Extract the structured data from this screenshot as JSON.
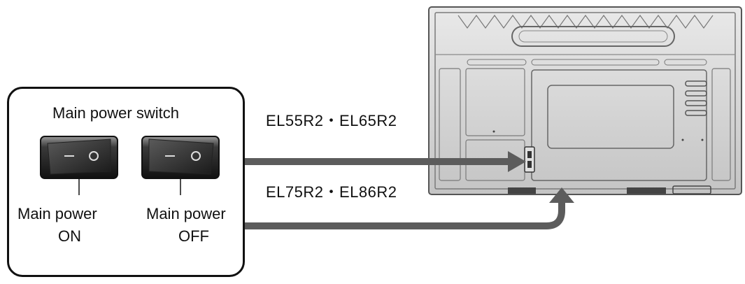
{
  "panel": {
    "title": "Main power switch",
    "switch_on": {
      "label_line1": "Main power",
      "label_line2": "ON",
      "symbol_left": "—",
      "symbol_right": "○"
    },
    "switch_off": {
      "label_line1": "Main power",
      "label_line2": "OFF",
      "symbol_left": "—",
      "symbol_right": "○"
    }
  },
  "models": {
    "upper": "EL55R2・EL65R2",
    "lower": "EL75R2・EL86R2"
  },
  "colors": {
    "arrow": "#5c5c5c",
    "display_body": "#d6d6d6",
    "display_frame": "#6a6a6a",
    "switch_dark": "#2a2a2a"
  }
}
